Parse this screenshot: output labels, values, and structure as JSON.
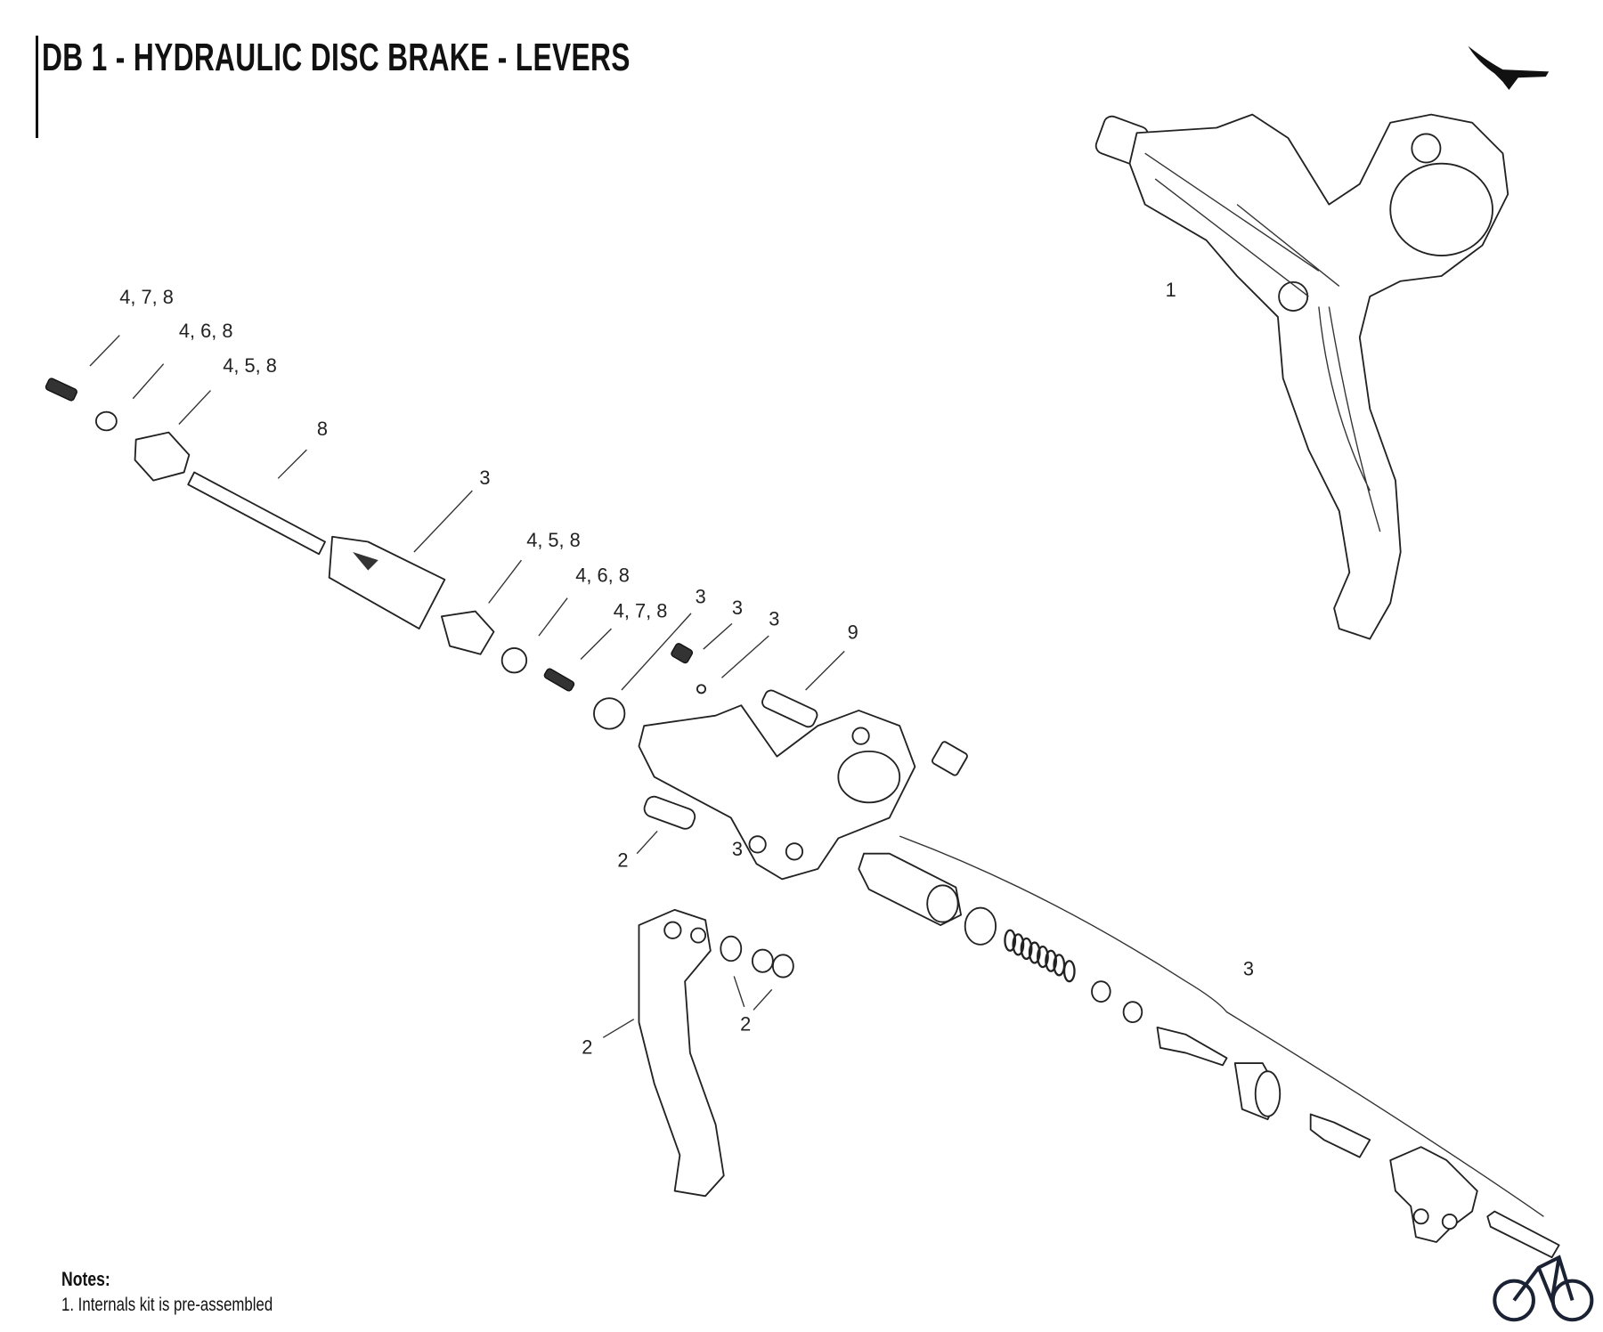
{
  "title": "DB 1 - HYDRAULIC DISC BRAKE - LEVERS",
  "callouts": {
    "c1": "4, 7, 8",
    "c2": "4, 6, 8",
    "c3": "4, 5, 8",
    "c4": "8",
    "c5": "3",
    "c6": "4, 5, 8",
    "c7": "4, 6, 8",
    "c8": "4, 7, 8",
    "c9": "3",
    "c10": "3",
    "c11": "3",
    "c12": "9",
    "c13": "1",
    "c14": "2",
    "c15": "3",
    "c16": "3",
    "c17": "2",
    "c18": "2"
  },
  "notes": {
    "heading": "Notes:",
    "items": [
      "1. Internals kit is pre-assembled"
    ]
  },
  "icons": {
    "brand": "bird-logo-icon",
    "watermark": "bicycle-logo-icon"
  },
  "colors": {
    "ink": "#222222",
    "bike_logo": "#1a2233"
  }
}
